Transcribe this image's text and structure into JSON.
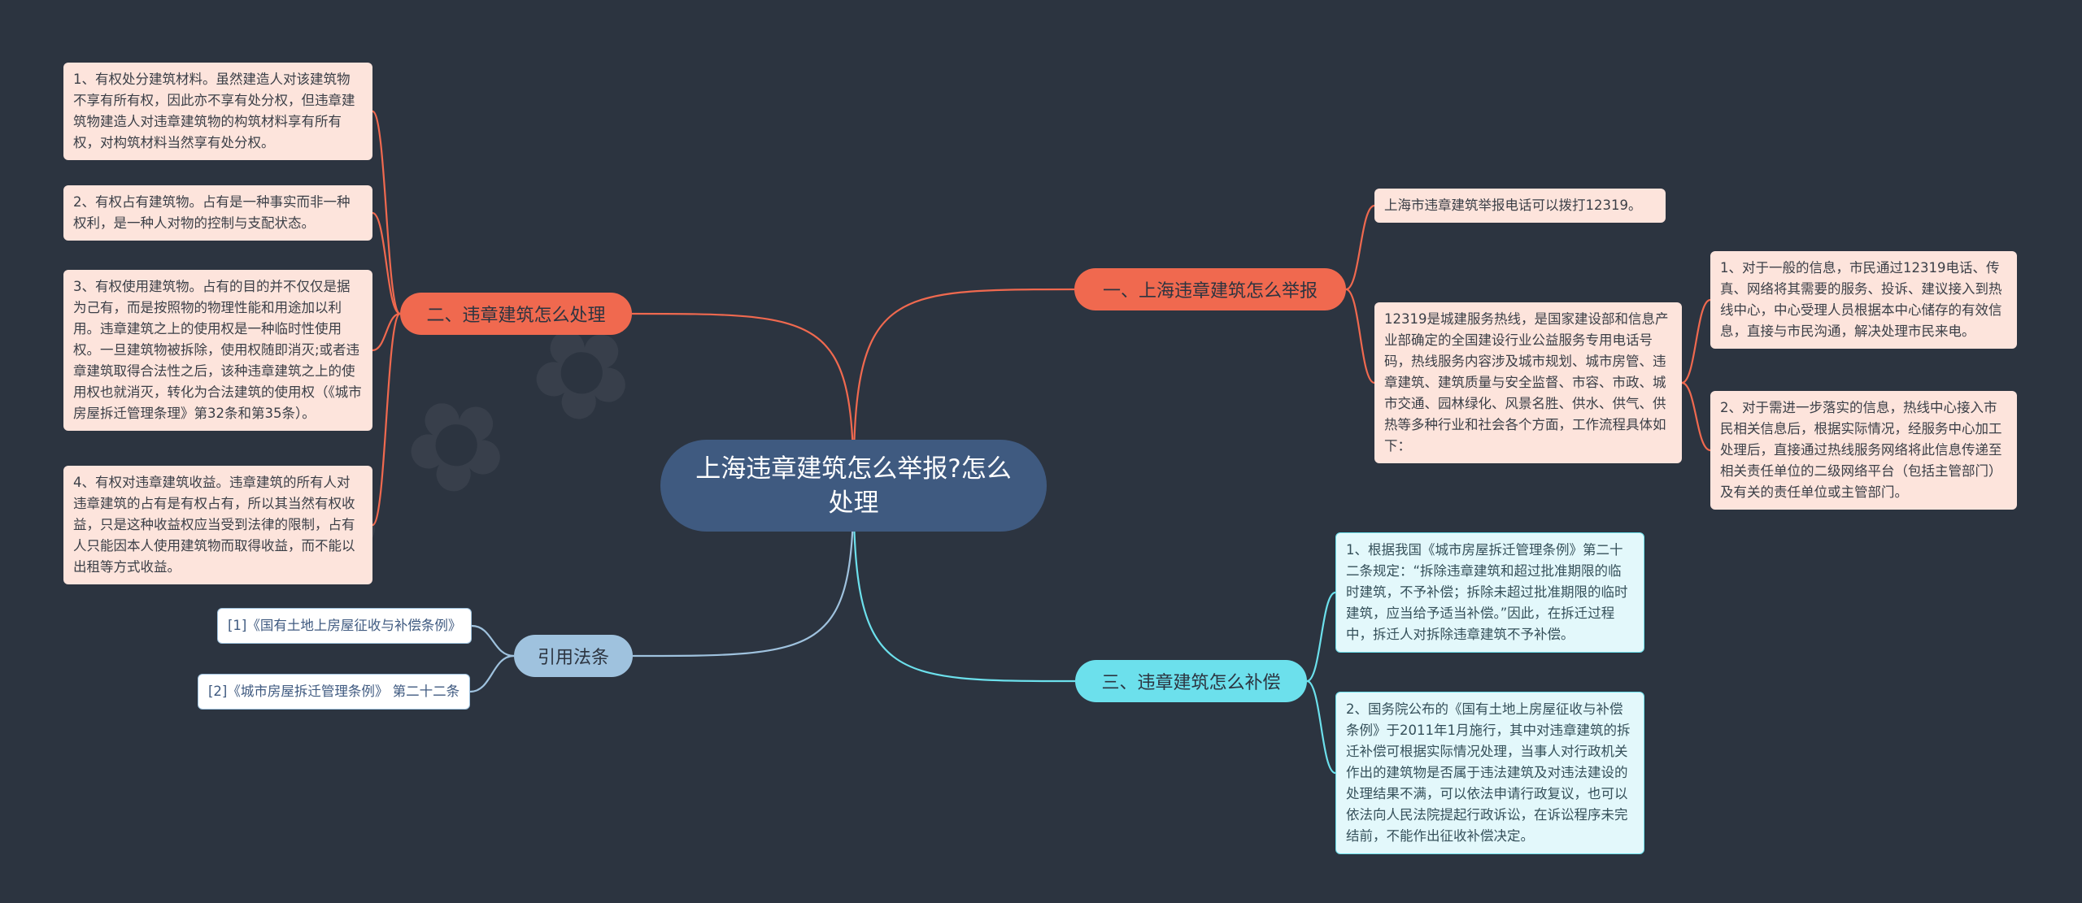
{
  "colors": {
    "background": "#2c3440",
    "root": "#3f5a80",
    "orange": "#f0694f",
    "orange_leaf": "#fde4dc",
    "cyan": "#6ce0ec",
    "cyan_leaf": "#e3f8fb",
    "blue": "#9fc2de"
  },
  "root": {
    "text": "上海违章建筑怎么举报?怎么处理"
  },
  "branches": {
    "report": {
      "label": "一、上海违章建筑怎么举报",
      "items": [
        "上海市违章建筑举报电话可以拨打12319。",
        "12319是城建服务热线，是国家建设部和信息产业部确定的全国建设行业公益服务专用电话号码，热线服务内容涉及城市规划、城市房管、违章建筑、建筑质量与安全监督、市容、市政、城市交通、园林绿化、风景名胜、供水、供气、供热等多种行业和社会各个方面，工作流程具体如下："
      ],
      "sub_items": [
        "1、对于一般的信息，市民通过12319电话、传真、网络将其需要的服务、投诉、建议接入到热线中心，中心受理人员根据本中心储存的有效信息，直接与市民沟通，解决处理市民来电。",
        "2、对于需进一步落实的信息，热线中心接入市民相关信息后，根据实际情况，经服务中心加工处理后，直接通过热线服务网络将此信息传递至相关责任单位的二级网络平台（包括主管部门）及有关的责任单位或主管部门。"
      ]
    },
    "handle": {
      "label": "二、违章建筑怎么处理",
      "items": [
        "1、有权处分建筑材料。虽然建造人对该建筑物不享有所有权，因此亦不享有处分权，但违章建筑物建造人对违章建筑物的构筑材料享有所有权，对构筑材料当然享有处分权。",
        "2、有权占有建筑物。占有是一种事实而非一种权利，是一种人对物的控制与支配状态。",
        "3、有权使用建筑物。占有的目的并不仅仅是据为己有，而是按照物的物理性能和用途加以利用。违章建筑之上的使用权是一种临时性使用权。一旦建筑物被拆除，使用权随即消灭;或者违章建筑取得合法性之后，该种违章建筑之上的使用权也就消灭，转化为合法建筑的使用权（《城市房屋拆迁管理条理》第32条和第35条）。",
        "4、有权对违章建筑收益。违章建筑的所有人对违章建筑的占有是有权占有，所以其当然有权收益，只是这种收益权应当受到法律的限制，占有人只能因本人使用建筑物而取得收益，而不能以出租等方式收益。"
      ]
    },
    "compensate": {
      "label": "三、违章建筑怎么补偿",
      "items": [
        "1、根据我国《城市房屋拆迁管理条例》第二十二条规定：“拆除违章建筑和超过批准期限的临时建筑，不予补偿；拆除未超过批准期限的临时建筑，应当给予适当补偿。”因此，在拆迁过程中，拆迁人对拆除违章建筑不予补偿。",
        "2、国务院公布的《国有土地上房屋征收与补偿条例》于2011年1月施行，其中对违章建筑的拆迁补偿可根据实际情况处理，当事人对行政机关作出的建筑物是否属于违法建筑及对违法建设的处理结果不满，可以依法申请行政复议，也可以依法向人民法院提起行政诉讼，在诉讼程序未完结前，不能作出征收补偿决定。"
      ]
    },
    "laws": {
      "label": "引用法条",
      "items": [
        "[1]《国有土地上房屋征收与补偿条例》",
        "[2]《城市房屋拆迁管理条例》 第二十二条"
      ]
    }
  }
}
